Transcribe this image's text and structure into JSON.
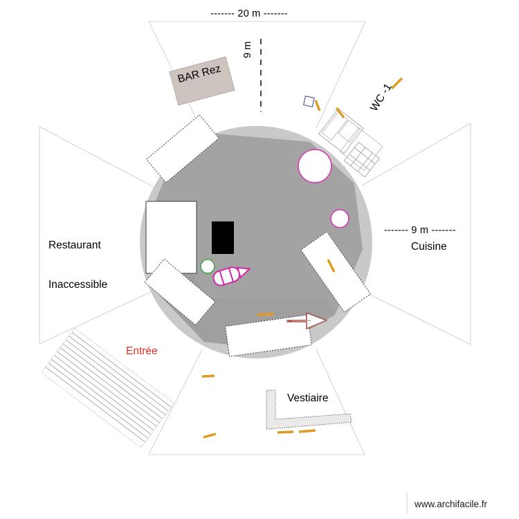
{
  "document": {
    "type": "floor-plan",
    "watermark": "www.archifacile.fr"
  },
  "dimensions": {
    "top_label": "------- 20 m -------",
    "vertical_label": "9 m",
    "right_label": "------- 9 m -------"
  },
  "rooms": {
    "bar": "BAR Rez",
    "wc": "WC -1",
    "restaurant_line1": "Restaurant",
    "restaurant_line2": "Inaccessible",
    "cuisine": "Cuisine",
    "entree": "Entrée",
    "vestiaire": "Vestiaire"
  },
  "colors": {
    "outer_ring": "#c8c8c8",
    "inner_floor": "#a0a0a0",
    "bar_fill": "#cdc4c0",
    "entree_text": "#e03027",
    "arrow_stroke": "#a44a4a",
    "door_marker": "#e09a1f",
    "fixture_pink": "#d93fb0",
    "fixture_green": "#4caf50",
    "black_block": "#000000",
    "wall_line": "#d8d8d8",
    "vestiaire_wall": "#ece9e9"
  },
  "chart_data": {
    "type": "table",
    "title": "Floor plan — round restaurant hall",
    "labels": [
      "20 m",
      "9 m",
      "9 m",
      "BAR Rez",
      "WC -1",
      "Restaurant Inaccessible",
      "Cuisine",
      "Entrée",
      "Vestiaire",
      "www.archifacile.fr"
    ]
  }
}
